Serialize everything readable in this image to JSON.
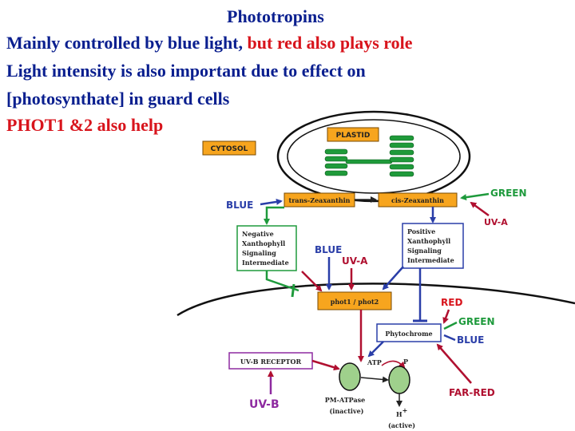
{
  "slide": {
    "title": "Phototropins",
    "line1_part1": "Mainly controlled by blue light, ",
    "line1_part2": "but red also plays role",
    "line2": "Light intensity is also important due to effect on",
    "line3": "[photosynthate] in guard cells",
    "line4": "PHOT1 &2 also help"
  },
  "diagram": {
    "plastid": "PLASTID",
    "cytosol": "CYTOSOL",
    "trans_zeaxanthin": "trans-Zeaxanthin",
    "cis_zeaxanthin": "cis-Zeaxanthin",
    "blue_left": "BLUE",
    "green_top": "GREEN",
    "uva_top": "UV-A",
    "negative_box": [
      "Negative",
      "Xanthophyll",
      "Signaling",
      "Intermediate"
    ],
    "positive_box": [
      "Positive",
      "Xanthophyll",
      "Signaling",
      "Intermediate"
    ],
    "blue_mid": "BLUE",
    "uva_mid": "UV-A",
    "phot": "phot1 / phot2",
    "red": "RED",
    "green_right": "GREEN",
    "phytochrome": "Phytochrome",
    "blue_right": "BLUE",
    "uvb_receptor": "UV-B RECEPTOR",
    "atp": "ATP",
    "p": "P",
    "pm_atpase": "PM-ATPase",
    "inactive": "(inactive)",
    "h_plus": "H",
    "h_sup": "+",
    "active": "(active)",
    "uvb": "UV-B",
    "far_red": "FAR-RED"
  },
  "colors": {
    "title_blue": "#0a1f8f",
    "accent_red": "#d8141c",
    "arrow_blue": "#2a3ea8",
    "arrow_green": "#1e9a3c",
    "arrow_red": "#b01030",
    "box_orange": "#f7a51e",
    "box_purple": "#8e2aa0"
  }
}
